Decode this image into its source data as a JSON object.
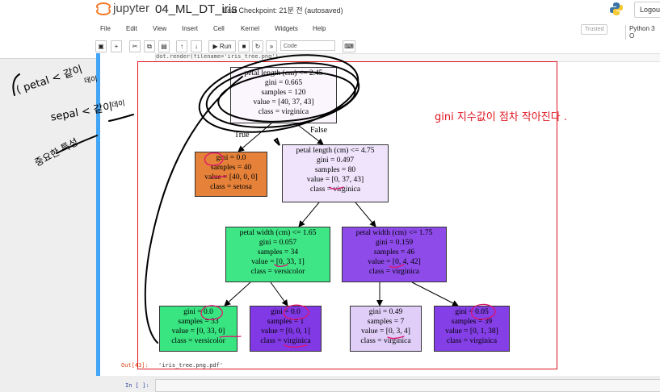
{
  "header": {
    "logo_text": "jupyter",
    "notebook_name": "04_ML_DT_iris",
    "checkpoint": "Last Checkpoint: 21분 전  (autosaved)",
    "logout": "Logout",
    "trusted": "Trusted",
    "kernel": "Python 3 O"
  },
  "menu": [
    "File",
    "Edit",
    "View",
    "Insert",
    "Cell",
    "Kernel",
    "Widgets",
    "Help"
  ],
  "toolbar": {
    "run_label": "Run",
    "cell_type": "Code"
  },
  "cell": {
    "code": "dot.render(filename='iris_tree.png')",
    "out_prompt": "Out[43]:",
    "out_text": "'iris_tree.png.pdf'",
    "in_prompt": "In [ ]:"
  },
  "tree": {
    "root": [
      "petal length (cm) <= 2.45",
      "gini = 0.665",
      "samples = 120",
      "value = [40, 37, 43]",
      "class = virginica"
    ],
    "n1": [
      "gini = 0.0",
      "samples = 40",
      "value = [40, 0, 0]",
      "class = setosa"
    ],
    "n2": [
      "petal length (cm) <= 4.75",
      "gini = 0.497",
      "samples = 80",
      "value = [0, 37, 43]",
      "class = virginica"
    ],
    "n3": [
      "petal width (cm) <= 1.65",
      "gini = 0.057",
      "samples = 34",
      "value = [0, 33, 1]",
      "class = versicolor"
    ],
    "n4": [
      "petal width (cm) <= 1.75",
      "gini = 0.159",
      "samples = 46",
      "value = [0, 4, 42]",
      "class = virginica"
    ],
    "n5": [
      "gini = 0.0",
      "samples = 33",
      "value = [0, 33, 0]",
      "class = versicolor"
    ],
    "n6": [
      "gini = 0.0",
      "samples = 1",
      "value = [0, 0, 1]",
      "class = virginica"
    ],
    "n7": [
      "gini = 0.49",
      "samples = 7",
      "value = [0, 3, 4]",
      "class = virginica"
    ],
    "n8": [
      "gini = 0.05",
      "samples = 39",
      "value = [0, 1, 38]",
      "class = virginica"
    ],
    "true_label": "True",
    "false_label": "False",
    "colors": {
      "root": "#fbf5fe",
      "n1": "#e58139",
      "n2": "#efe4fc",
      "n3": "#3fe685",
      "n4": "#8e4bea",
      "n5": "#39e581",
      "n6": "#8139e5",
      "n7": "#e0cef8",
      "n8": "#843fe6"
    }
  },
  "annotations": {
    "left_1": "( petal < 같이",
    "left_1b": "데이",
    "left_2": "sepal < 같이",
    "left_2b": "데이",
    "left_3": "중요한 특성",
    "right": "gini 지수값이 점차 작아진다 ."
  }
}
